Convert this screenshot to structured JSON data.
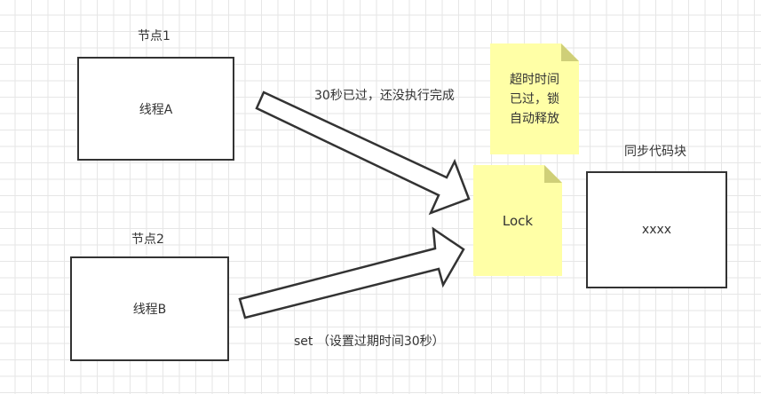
{
  "node1": {
    "title": "节点1",
    "box": "线程A"
  },
  "node2": {
    "title": "节点2",
    "box": "线程B"
  },
  "arrow1_label": "30秒已过，还没执行完成",
  "arrow2_label": "set （设置过期时间30秒）",
  "timeout_note": {
    "lines": [
      "超时时间",
      "已过，锁",
      "自动释放"
    ]
  },
  "lock_note": "Lock",
  "sync_block": {
    "title": "同步代码块",
    "box": "xxxx"
  }
}
